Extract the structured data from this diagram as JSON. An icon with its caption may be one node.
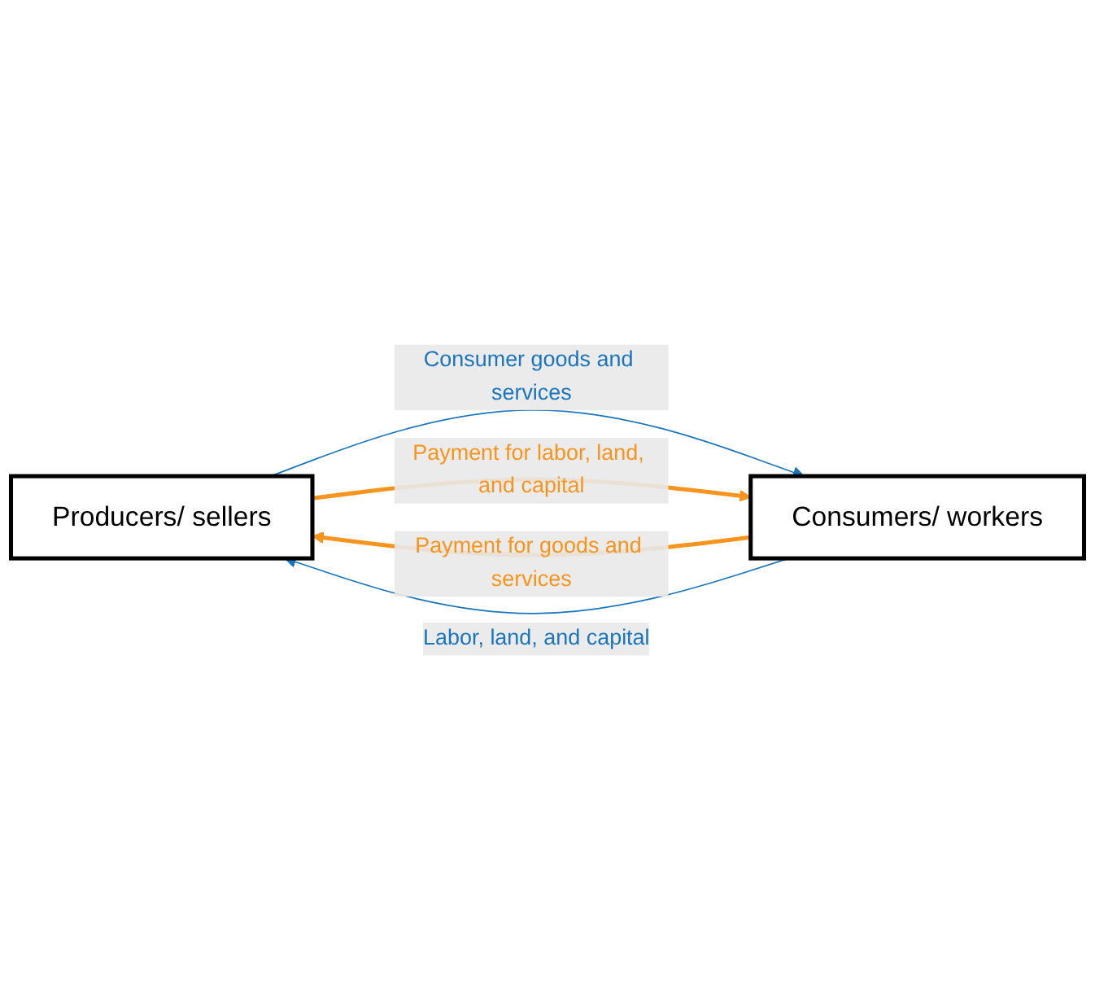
{
  "diagram": {
    "nodes": [
      {
        "text": [
          "Producers/ sellers"
        ]
      },
      {
        "text": [
          "Consumers/ workers"
        ]
      }
    ],
    "edges": [
      {
        "from": 0,
        "to": 1,
        "arrow": "to",
        "label": "Consumer goods and services",
        "color": "#1b75bc"
      },
      {
        "from": 1,
        "to": 0,
        "arrow": "to",
        "label": "Payment for goods and services",
        "style": "thick",
        "color": "#f7941d"
      },
      {
        "from": 0,
        "to": 1,
        "arrow": "to",
        "label": "Payment for labor, land, and capital",
        "style": "thick",
        "color": "#f7941d"
      },
      {
        "from": 1,
        "to": 0,
        "arrow": "to",
        "label": "Labor, land, and capital",
        "color": "#1b75bc"
      }
    ]
  }
}
